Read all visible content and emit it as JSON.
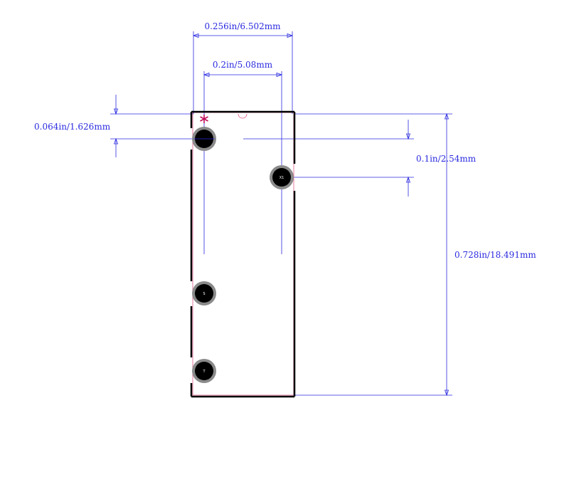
{
  "colors": {
    "dimension": "#2a2ae0",
    "outline": "#000000",
    "courtyard": "#e05a8a",
    "pin1_marker": "#c0105a",
    "pad_ring": "#8a8a8a",
    "pad_center": "#000000",
    "pad_label": "#ffffff"
  },
  "dimensions": {
    "overall_width": "0.256in/6.502mm",
    "pin_span": "0.2in/5.08mm",
    "top_to_pin1": "0.064in/1.626mm",
    "pin_pitch": "0.1in/2.54mm",
    "overall_height": "0.728in/18.491mm"
  },
  "pads": [
    {
      "id": "pad-1",
      "label": ""
    },
    {
      "id": "pad-x1",
      "label": "X1"
    },
    {
      "id": "pad-s",
      "label": "S"
    },
    {
      "id": "pad-t",
      "label": "T"
    }
  ]
}
